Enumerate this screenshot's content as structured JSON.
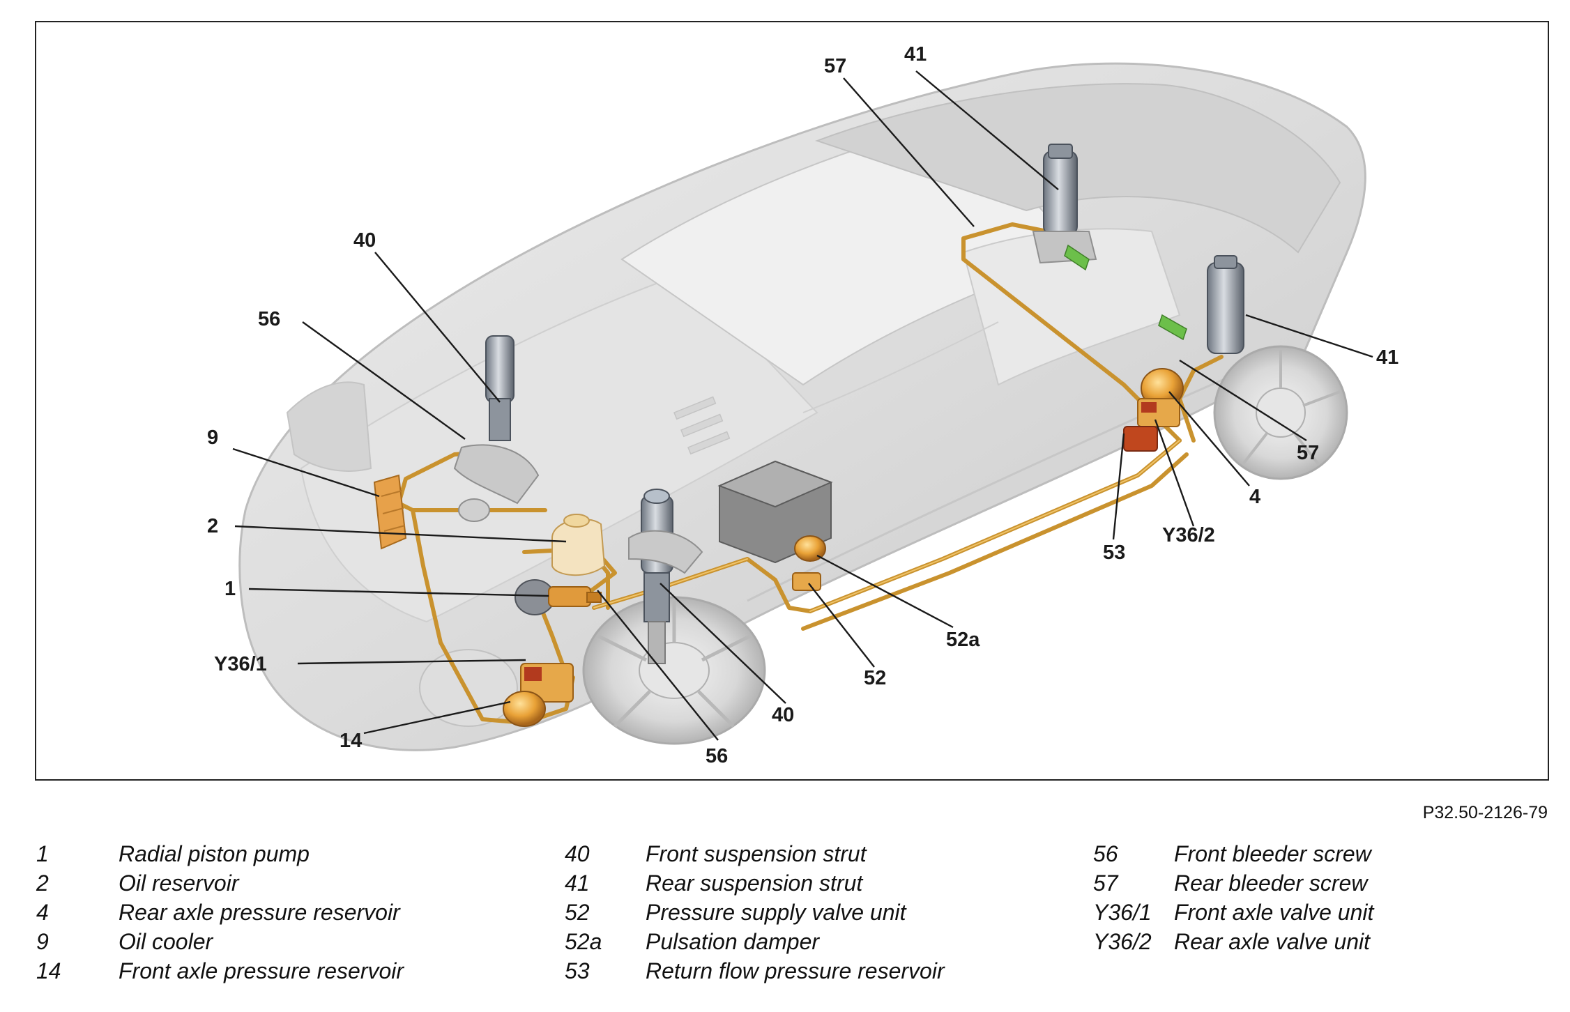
{
  "figure_id": "P32.50-2126-79",
  "callouts": {
    "c57_top": "57",
    "c41_top": "41",
    "c40_top": "40",
    "c56_left": "56",
    "c9": "9",
    "c2": "2",
    "c1": "1",
    "cY361": "Y36/1",
    "c14": "14",
    "c56_bottom": "56",
    "c40_bottom": "40",
    "c52": "52",
    "c52a": "52a",
    "c53": "53",
    "cY362": "Y36/2",
    "c4": "4",
    "c57_right": "57",
    "c41_right": "41"
  },
  "legend": [
    [
      {
        "num": "1",
        "text": "Radial piston pump"
      },
      {
        "num": "2",
        "text": "Oil reservoir"
      },
      {
        "num": "4",
        "text": "Rear axle pressure reservoir"
      },
      {
        "num": "9",
        "text": "Oil cooler"
      },
      {
        "num": "14",
        "text": "Front axle pressure reservoir"
      }
    ],
    [
      {
        "num": "40",
        "text": "Front suspension strut"
      },
      {
        "num": "41",
        "text": "Rear suspension strut"
      },
      {
        "num": "52",
        "text": "Pressure supply valve unit"
      },
      {
        "num": "52a",
        "text": "Pulsation damper"
      },
      {
        "num": "53",
        "text": "Return flow pressure reservoir"
      }
    ],
    [
      {
        "num": "56",
        "text": "Front bleeder screw"
      },
      {
        "num": "57",
        "text": "Rear bleeder screw"
      },
      {
        "num": "Y36/1",
        "text": "Front axle valve unit"
      },
      {
        "num": "Y36/2",
        "text": "Rear axle valve unit"
      }
    ]
  ]
}
